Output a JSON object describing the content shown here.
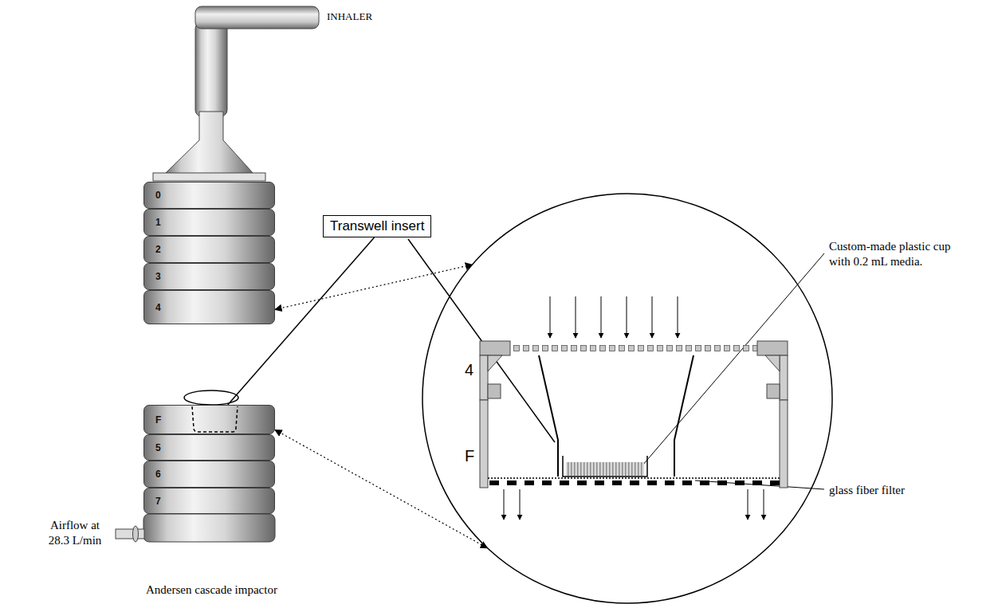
{
  "diagram": {
    "nodes": [
      {
        "text": [
          "0"
        ]
      },
      {
        "text": [
          "1"
        ]
      },
      {
        "text": [
          "2"
        ]
      },
      {
        "text": [
          "3"
        ]
      },
      {
        "text": [
          "4"
        ]
      },
      {
        "text": [
          "Transwell insert"
        ]
      },
      {
        "text": [
          "F"
        ]
      },
      {
        "text": [
          "5"
        ]
      },
      {
        "text": [
          "6"
        ]
      },
      {
        "text": [
          "7"
        ]
      },
      {
        "text": [
          "4",
          "F"
        ]
      }
    ],
    "edges": [
      {
        "from": 5,
        "to": 6,
        "arrow": "none"
      },
      {
        "from": 4,
        "to": 10,
        "arrow": "both"
      },
      {
        "from": 6,
        "to": 10,
        "arrow": "both"
      }
    ],
    "labels": [
      "INHALER",
      "Airflow at 28.3 L/min",
      "Andersen cascade impactor",
      "Custom-made plastic cup with 0.2 mL media.",
      "glass fiber filter"
    ]
  }
}
